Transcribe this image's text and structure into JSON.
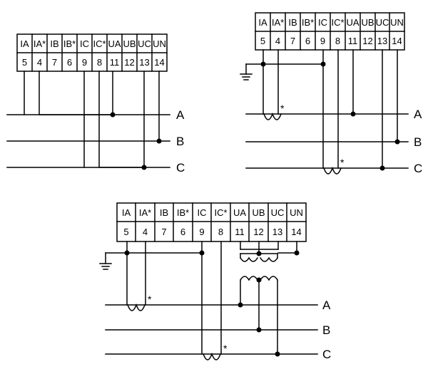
{
  "terminal_blocks": {
    "d1": {
      "labels": [
        "IA",
        "IA*",
        "IB",
        "IB*",
        "IC",
        "IC*",
        "UA",
        "UB",
        "UC",
        "UN"
      ],
      "numbers": [
        "5",
        "4",
        "7",
        "6",
        "9",
        "8",
        "11",
        "12",
        "13",
        "14"
      ]
    },
    "d2": {
      "labels": [
        "IA",
        "IA*",
        "IB",
        "IB*",
        "IC",
        "IC*",
        "UA",
        "UB",
        "UC",
        "UN"
      ],
      "numbers": [
        "5",
        "4",
        "7",
        "6",
        "9",
        "8",
        "11",
        "12",
        "13",
        "14"
      ]
    },
    "d3": {
      "labels": [
        "IA",
        "IA*",
        "IB",
        "IB*",
        "IC",
        "IC*",
        "UA",
        "UB",
        "UC",
        "UN"
      ],
      "numbers": [
        "5",
        "4",
        "7",
        "6",
        "9",
        "8",
        "11",
        "12",
        "13",
        "14"
      ]
    }
  },
  "phases": [
    "A",
    "B",
    "C"
  ],
  "ct_polarity_mark": "*"
}
